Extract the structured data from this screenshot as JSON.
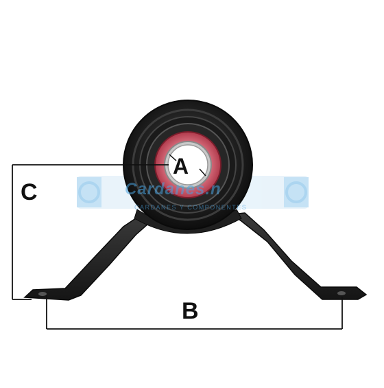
{
  "labels": {
    "a": "A",
    "b": "B",
    "c": "C"
  },
  "watermark": {
    "brand": "Cardanes.n",
    "tagline": "CARDANES Y COMPONENTES"
  },
  "colors": {
    "rubber": "#1a1a1a",
    "metal": "#2a2a2a",
    "bearing_seal": "#d45a6a",
    "bearing_race": "#b8b8b8",
    "dimension_line": "#111111",
    "watermark": "#4aa3df"
  }
}
